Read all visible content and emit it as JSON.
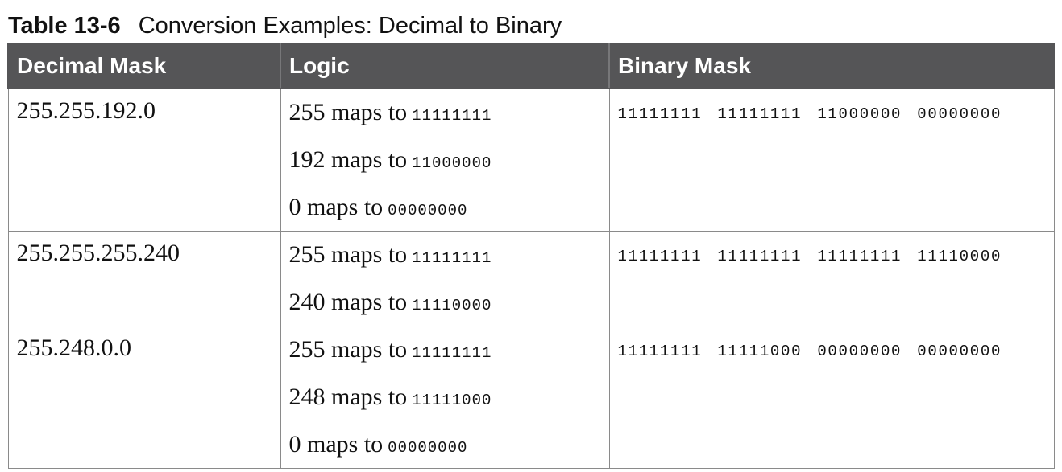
{
  "caption": {
    "number": "Table 13-6",
    "title": "Conversion Examples: Decimal to Binary"
  },
  "columns": [
    "Decimal Mask",
    "Logic",
    "Binary Mask"
  ],
  "rows": [
    {
      "decimal": "255.255.192.0",
      "logic": [
        {
          "text": "255 maps to",
          "bin": "11111111"
        },
        {
          "text": "192 maps to",
          "bin": "11000000"
        },
        {
          "text": "0 maps to",
          "bin": "00000000"
        }
      ],
      "binary": "11111111 11111111 11000000 00000000"
    },
    {
      "decimal": "255.255.255.240",
      "logic": [
        {
          "text": "255 maps to",
          "bin": "11111111"
        },
        {
          "text": "240 maps to",
          "bin": "11110000"
        }
      ],
      "binary": "11111111 11111111 11111111 11110000"
    },
    {
      "decimal": "255.248.0.0",
      "logic": [
        {
          "text": "255 maps to",
          "bin": "11111111"
        },
        {
          "text": "248 maps to",
          "bin": "11111000"
        },
        {
          "text": "0 maps to",
          "bin": "00000000"
        }
      ],
      "binary": "11111111 11111000 00000000 00000000"
    }
  ],
  "colors": {
    "header_bg": "#555557",
    "header_text": "#ffffff",
    "border": "#8a8a8a"
  }
}
